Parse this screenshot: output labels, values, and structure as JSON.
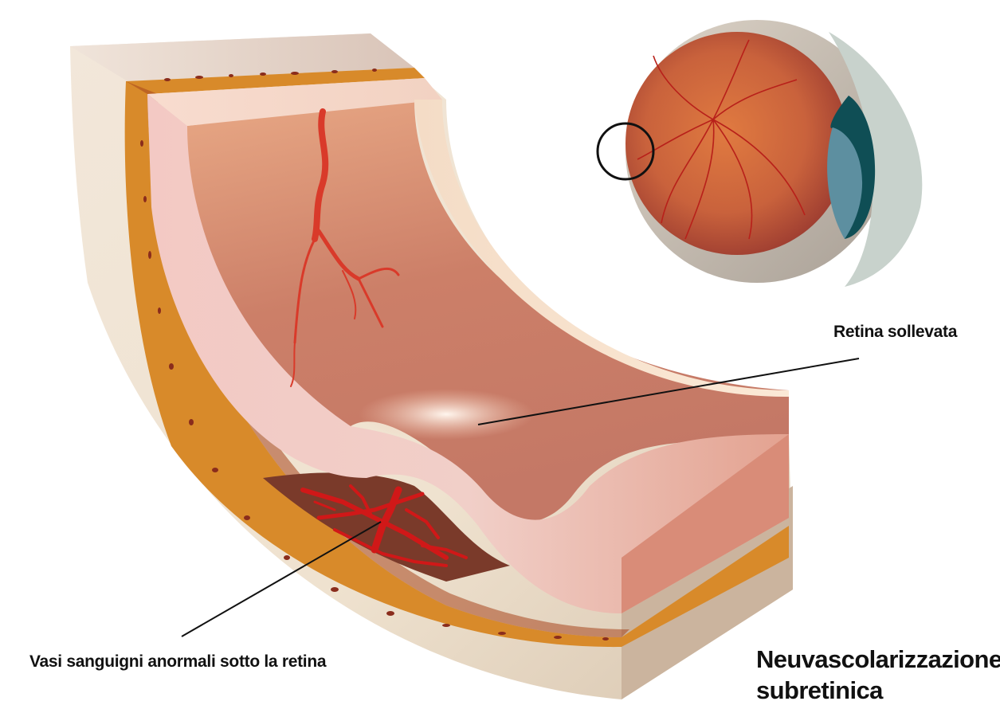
{
  "labels": {
    "raised_retina": "Retina sollevata",
    "abnormal_vessels": "Vasi sanguigni anormali sotto la retina"
  },
  "title": {
    "line1": "Neuvascolarizzazione",
    "line2": "subretinica"
  },
  "colors": {
    "sclera": "#efe4d6",
    "choroid_band": "#d98a2a",
    "retina_layer": "#d9907a",
    "vessel_red": "#d01818",
    "lens_blue": "#5d8fa0"
  }
}
